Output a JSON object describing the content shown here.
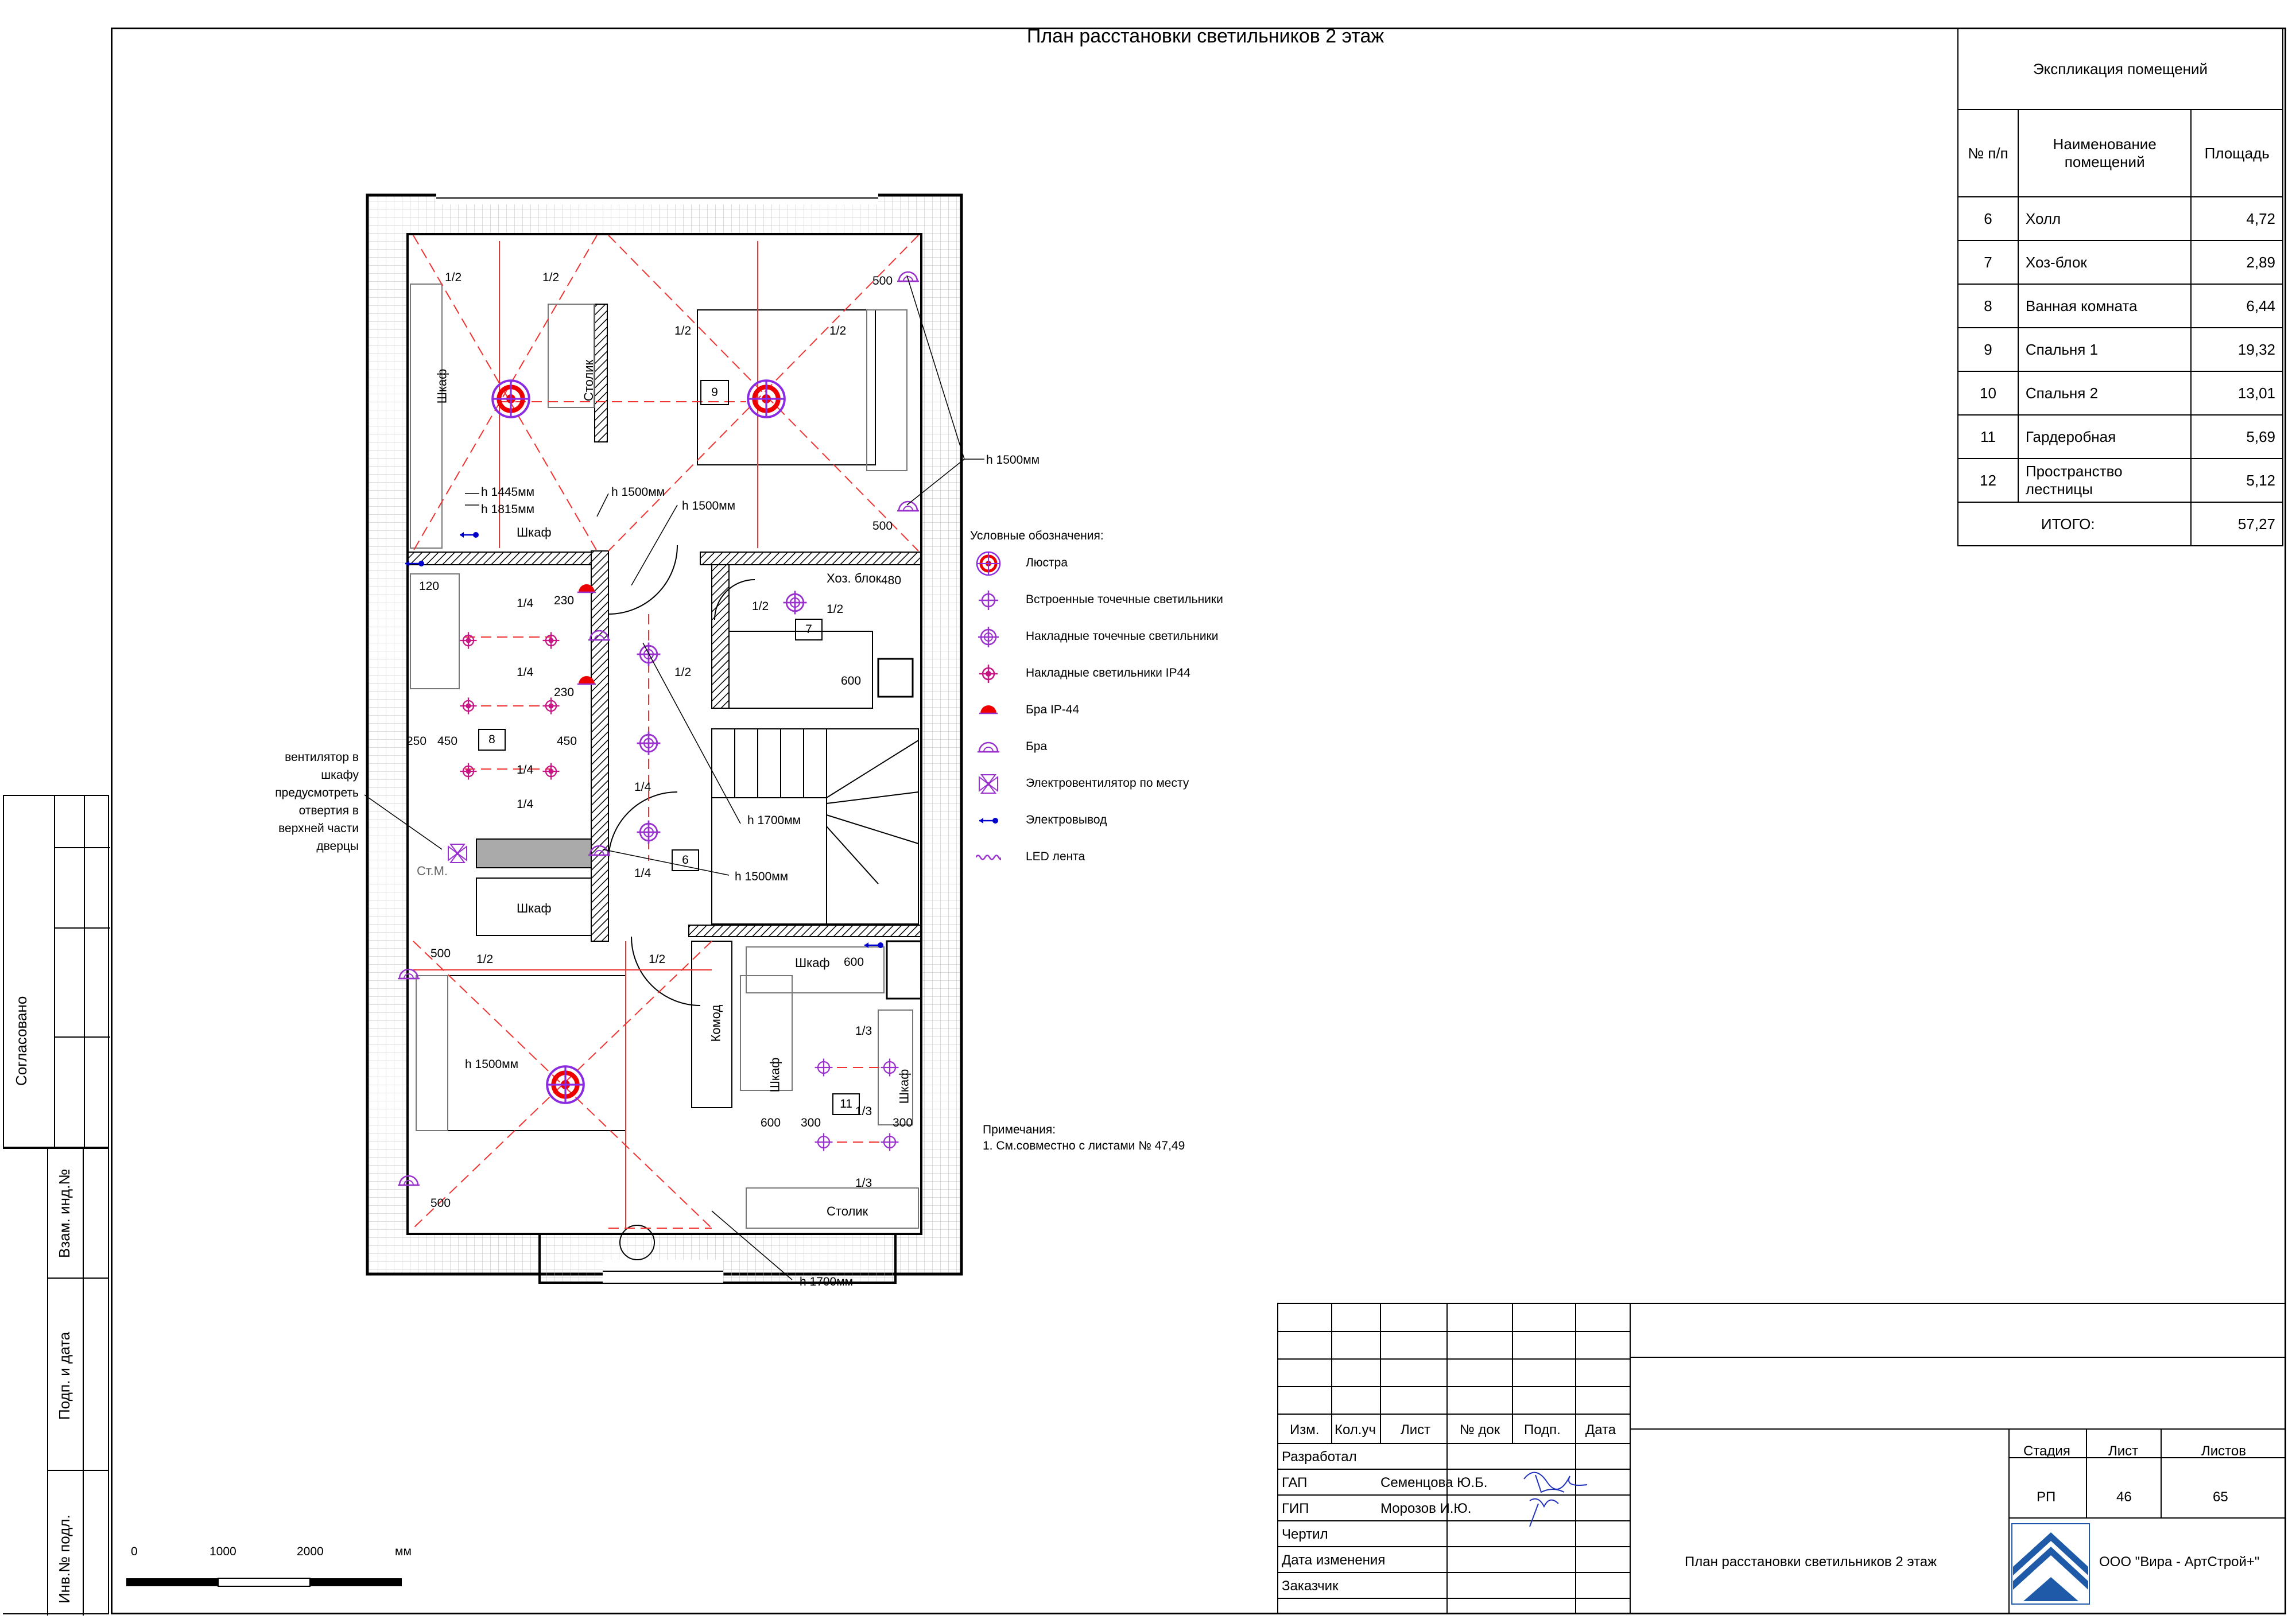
{
  "title": "План расстановки светильников 2 этаж",
  "explication": {
    "title": "Экспликация помещений",
    "headers": [
      "№ п/п",
      "Наименование помещений",
      "Площадь"
    ],
    "rows": [
      {
        "num": "6",
        "name": "Холл",
        "area": "4,72"
      },
      {
        "num": "7",
        "name": "Хоз-блок",
        "area": "2,89"
      },
      {
        "num": "8",
        "name": "Ванная комната",
        "area": "6,44"
      },
      {
        "num": "9",
        "name": "Спальня 1",
        "area": "19,32"
      },
      {
        "num": "10",
        "name": "Спальня 2",
        "area": "13,01"
      },
      {
        "num": "11",
        "name": "Гардеробная",
        "area": "5,69"
      },
      {
        "num": "12",
        "name": "Пространство лестницы",
        "area": "5,12"
      }
    ],
    "total_label": "ИТОГО:",
    "total_value": "57,27"
  },
  "legend": {
    "title": "Условные обозначения:",
    "items": [
      {
        "icon": "chandelier-icon",
        "label": "Люстра"
      },
      {
        "icon": "recessed-spot-icon",
        "label": "Встроенные точечные светильники"
      },
      {
        "icon": "surface-spot-icon",
        "label": "Накладные точечные светильники"
      },
      {
        "icon": "ip44-light-icon",
        "label": "Накладные светильники IP44"
      },
      {
        "icon": "sconce-ip44-icon",
        "label": "Бра IP-44"
      },
      {
        "icon": "sconce-icon",
        "label": "Бра"
      },
      {
        "icon": "fan-icon",
        "label": "Электровентилятор по месту"
      },
      {
        "icon": "outlet-icon",
        "label": "Электровывод"
      },
      {
        "icon": "led-strip-icon",
        "label": "LED лента"
      }
    ]
  },
  "notes": {
    "title": "Примечания:",
    "line1": "1. См.совместно с листами № 47,49"
  },
  "plan": {
    "rooms": {
      "r9": "9",
      "r8": "8",
      "r7": "7",
      "r6": "6",
      "r11": "11"
    },
    "furniture": {
      "wardrobe": "Шкаф",
      "table": "Столик",
      "hoz_block": "Хоз. блок",
      "commode": "Комод",
      "stm": "Ст.М."
    },
    "dims": {
      "half": "1/2",
      "quarter": "1/4",
      "third": "1/3",
      "d500": "500",
      "d480": "480",
      "d230": "230",
      "d120": "120",
      "d250": "250",
      "d450": "450",
      "d600": "600",
      "d300": "300"
    },
    "callouts": {
      "h1445": "h 1445мм",
      "h1815": "h 1815мм",
      "h1500": "h 1500мм",
      "h1700": "h 1700мм"
    },
    "vent_note": "вентилятор в шкафу предусмотреть отвертия в верхней части дверцы"
  },
  "scale": {
    "s0": "0",
    "s1000": "1000",
    "s2000": "2000",
    "unit": "мм"
  },
  "side": {
    "agreed": "Согласовано",
    "inv_vzam": "Взам. инд.№",
    "sign_date": "Подп. и дата",
    "inv_orig": "Инв.№ подл."
  },
  "titleblock": {
    "cols": [
      "Изм.",
      "Кол.уч",
      "Лист",
      "№ док",
      "Подп.",
      "Дата"
    ],
    "roles": [
      "Разработал",
      "ГАП",
      "ГИП",
      "Чертил",
      "Дата изменения",
      "Заказчик"
    ],
    "gap_name": "Семенцова Ю.Б.",
    "gip_name": "Морозов И.Ю.",
    "stage_label": "Стадия",
    "sheet_label": "Лист",
    "sheets_label": "Листов",
    "stage": "РП",
    "sheet": "46",
    "sheets": "65",
    "sheet_title": "План расстановки светильников 2 этаж",
    "company": "ООО \"Вира - АртСтрой+\""
  }
}
